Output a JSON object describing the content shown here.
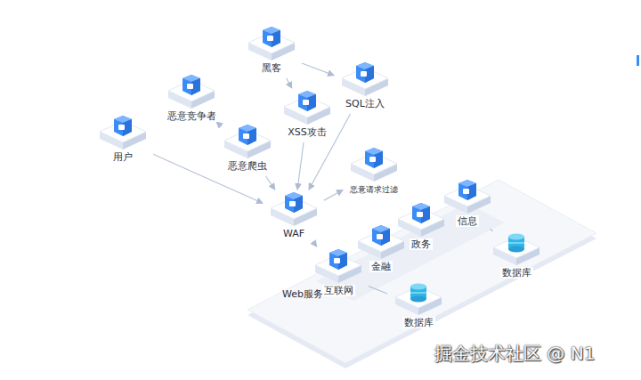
{
  "diagram": {
    "nodes": [
      {
        "text": [
          "黑客"
        ]
      },
      {
        "text": [
          "SQL注入"
        ]
      },
      {
        "text": [
          "恶意竞争者"
        ]
      },
      {
        "text": [
          "XSS攻击"
        ]
      },
      {
        "text": [
          "用户"
        ]
      },
      {
        "text": [
          "恶意爬虫"
        ]
      },
      {
        "text": [
          "恶意请求过滤"
        ]
      },
      {
        "text": [
          "WAF"
        ]
      },
      {
        "text": [
          "Web服务"
        ]
      },
      {
        "text": [
          "信息"
        ],
        "in": 8
      },
      {
        "text": [
          "政务"
        ],
        "in": 8
      },
      {
        "text": [
          "金融"
        ],
        "in": 8
      },
      {
        "text": [
          "互联网"
        ],
        "in": 8
      },
      {
        "text": [
          "数据库"
        ],
        "in": 8
      },
      {
        "text": [
          "数据库"
        ],
        "in": 8
      }
    ],
    "edges": [
      {
        "from": 0,
        "to": 1,
        "arrow": "to"
      },
      {
        "from": 0,
        "to": 3,
        "arrow": "to"
      },
      {
        "from": 2,
        "to": 5,
        "arrow": "to"
      },
      {
        "from": 4,
        "to": 7,
        "arrow": "to"
      },
      {
        "from": 5,
        "to": 7,
        "arrow": "to"
      },
      {
        "from": 3,
        "to": 7,
        "arrow": "to"
      },
      {
        "from": 1,
        "to": 7,
        "arrow": "to"
      },
      {
        "from": 7,
        "to": 6,
        "arrow": "to"
      },
      {
        "from": 7,
        "to": 12,
        "arrow": "to"
      },
      {
        "from": 9,
        "to": 13,
        "arrow": "none"
      },
      {
        "from": 12,
        "to": 14,
        "arrow": "none"
      }
    ],
    "labels": [
      "掘金技术社区 @ N1"
    ]
  }
}
